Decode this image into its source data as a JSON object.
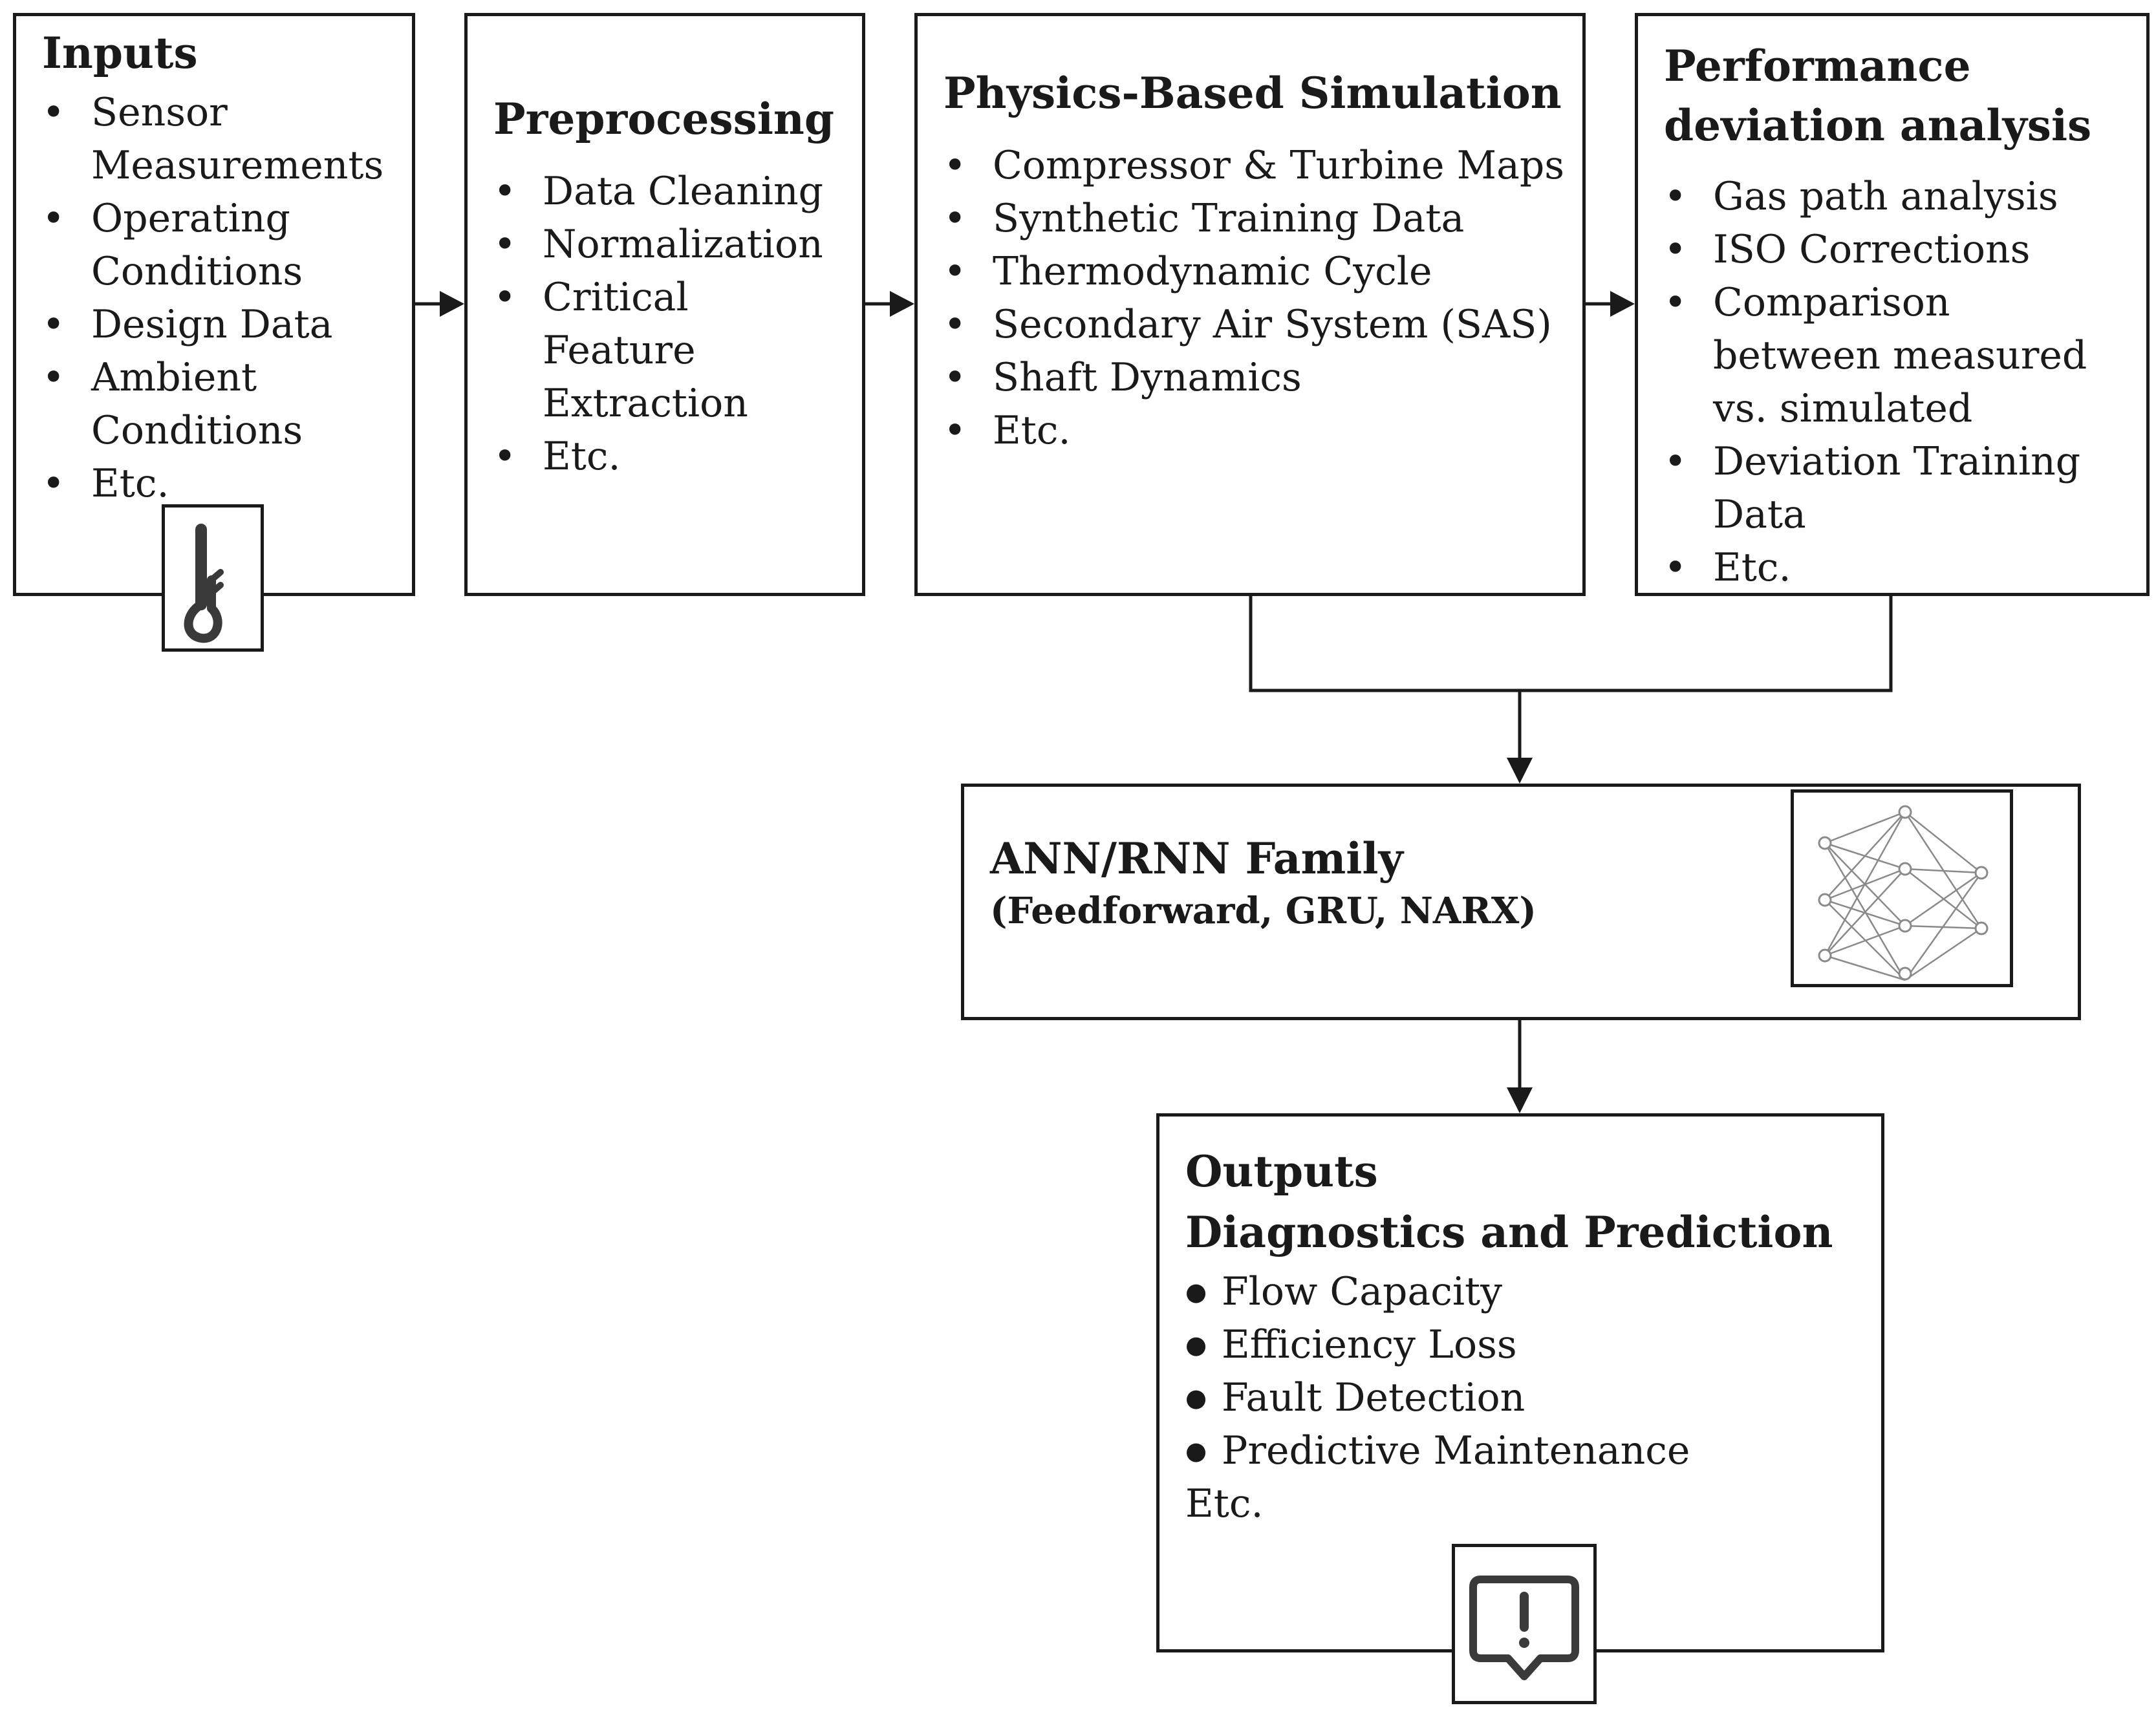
{
  "inputs": {
    "title": "Inputs",
    "items": [
      "Sensor\nMeasurements",
      "Operating\nConditions",
      "Design Data",
      "Ambient\nConditions",
      "Etc."
    ],
    "icon": "thermometer-icon"
  },
  "preprocessing": {
    "title": "Preprocessing",
    "items": [
      "Data Cleaning",
      "Normalization",
      "Critical\nFeature\nExtraction",
      "Etc."
    ]
  },
  "simulation": {
    "title": "Physics-Based Simulation",
    "items": [
      "Compressor & Turbine Maps",
      "Synthetic Training Data",
      "Thermodynamic Cycle",
      "Secondary Air System (SAS)",
      "Shaft Dynamics",
      "Etc."
    ]
  },
  "deviation": {
    "title_line1": "Performance",
    "title_line2": "deviation analysis",
    "items": [
      "Gas path analysis",
      "ISO Corrections",
      "Comparison\nbetween measured\nvs. simulated",
      "Deviation Training\nData",
      "Etc."
    ]
  },
  "ann": {
    "title": "ANN/RNN Family",
    "subtitle": "(Feedforward, GRU, NARX)",
    "icon": "neural-network-icon"
  },
  "outputs": {
    "title_line1": "Outputs",
    "title_line2": "Diagnostics and Prediction",
    "items": [
      "Flow Capacity",
      "Efficiency Loss",
      "Fault Detection",
      "Predictive Maintenance"
    ],
    "trailing": "Etc.",
    "icon": "alert-message-icon"
  },
  "colors": {
    "line": "#1a1a1a",
    "icon": "#3a3a3a",
    "network": "#8a8a8a"
  }
}
